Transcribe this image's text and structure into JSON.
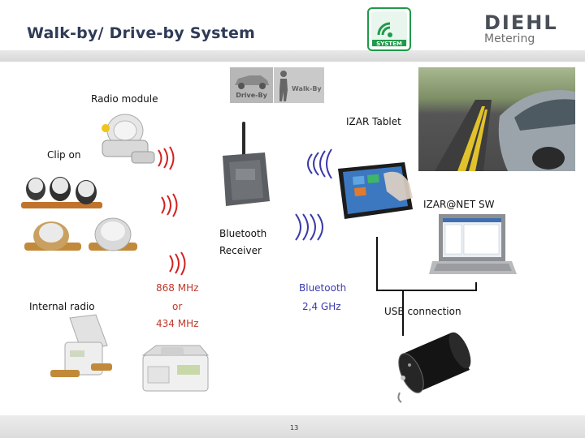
{
  "header": {
    "title": "Walk-by/ Drive-by System",
    "system_badge": "SYSTEM",
    "brand_name": "DIEHL",
    "brand_sub": "Metering"
  },
  "mode_icons": {
    "drive_by": "Drive-By",
    "walk_by": "Walk-By"
  },
  "labels": {
    "radio_module": "Radio module",
    "clip_on": "Clip on",
    "internal_radio": "Internal radio",
    "izar_tablet": "IZAR Tablet",
    "izar_net_sw": "IZAR@NET SW",
    "bluetooth_receiver_line1": "Bluetooth",
    "bluetooth_receiver_line2": "Receiver",
    "usb_connection": "USB connection"
  },
  "frequencies": {
    "radio_1": "868 MHz",
    "radio_or": "or",
    "radio_2": "434 MHz",
    "bt_1": "Bluetooth",
    "bt_2": "2,4 GHz"
  },
  "footer": {
    "page_number": "13"
  },
  "colors": {
    "title": "#2f3b57",
    "signal_red": "#d42020",
    "signal_blue": "#3a3aa8",
    "brand_green": "#1f9a4a",
    "freq_red": "#c0392b",
    "freq_blue": "#3b3bb0"
  }
}
